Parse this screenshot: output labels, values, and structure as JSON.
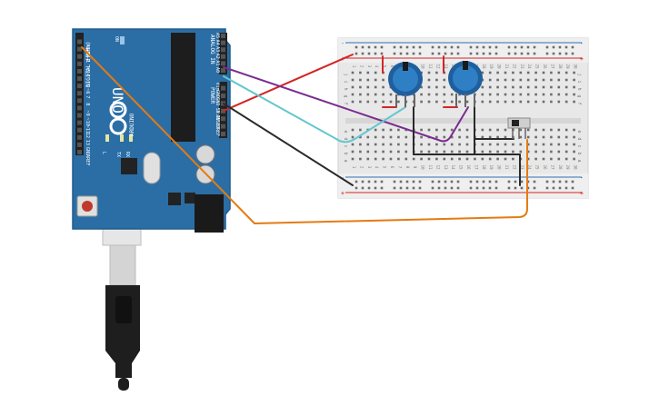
{
  "arduino": {
    "model": "UNO",
    "brand": "ARDUINO",
    "on_label": "ON",
    "digital_label": "DIGITAL (PWM~)",
    "analog_label": "ANALOG IN",
    "power_label": "POWER",
    "ioref_label": "IOREF",
    "reset_label": "RESET",
    "digital_pins": [
      "AREF",
      "GND",
      "13",
      "12",
      "~11",
      "~10",
      "~9",
      "8",
      "7",
      "~6",
      "~5",
      "4",
      "~3",
      "2",
      "TX→1",
      "RX←0"
    ],
    "power_pins": [
      "IOREF",
      "RESET",
      "3.3V",
      "5V",
      "GND",
      "GND",
      "Vin"
    ],
    "analog_pins": [
      "A0",
      "A1",
      "A2",
      "A3",
      "A4",
      "A5"
    ],
    "led_labels": [
      "L",
      "TX",
      "RX"
    ]
  },
  "breadboard": {
    "column_numbers": [
      "1",
      "2",
      "3",
      "4",
      "5",
      "6",
      "7",
      "8",
      "9",
      "10",
      "11",
      "12",
      "13",
      "14",
      "15",
      "16",
      "17",
      "18",
      "19",
      "20",
      "21",
      "22",
      "23",
      "24",
      "25",
      "26",
      "27",
      "28",
      "29",
      "30"
    ],
    "top_row_letters": [
      "j",
      "i",
      "h",
      "g",
      "f"
    ],
    "bottom_row_letters": [
      "e",
      "d",
      "c",
      "b",
      "a"
    ],
    "rail_plus": "+",
    "rail_minus": "-"
  },
  "components": {
    "potentiometers": [
      "potentiometer-1",
      "potentiometer-2"
    ],
    "switch": "slide-switch"
  },
  "colors": {
    "board": "#2b6ea5",
    "board_edge": "#1f5a8b",
    "breadboard": "#e8e8e8",
    "wire_red": "#d32626",
    "wire_purple": "#7b2d8e",
    "wire_cyan": "#63c7cf",
    "wire_black": "#2a2a2a",
    "wire_orange": "#e47b12",
    "pot_blue": "#2f7fc4"
  }
}
